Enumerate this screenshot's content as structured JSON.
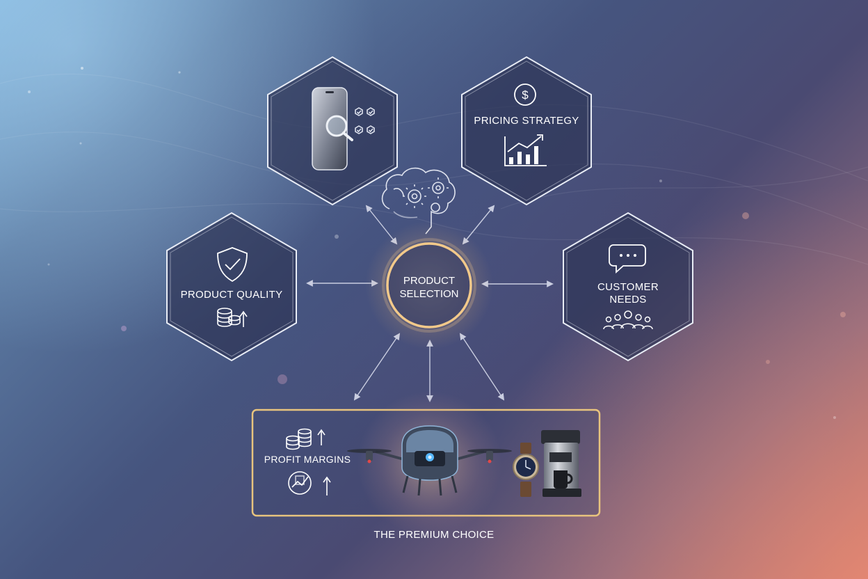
{
  "nodes": {
    "product_inspection": {
      "label": ""
    },
    "pricing_strategy": {
      "label": "PRICING STRATEGY"
    },
    "product_quality": {
      "label": "PRODUCT QUALITY"
    },
    "customer_needs": {
      "label_line1": "CUSTOMER",
      "label_line2": "NEEDS"
    },
    "center": {
      "label_line1": "PRODUCT",
      "label_line2": "SELECTION"
    }
  },
  "showcase": {
    "profit_label": "PROFIT MARGINS",
    "caption": "THE PREMIUM CHOICE"
  },
  "colors": {
    "hex_stroke": "#e8ecf5",
    "hex_fill": "#2f3658",
    "center_ring": "#f2c98a",
    "showcase_border": "#e8c47e",
    "arrow": "#c9cde0"
  },
  "icons": [
    "phone-search-icon",
    "checklist-icon",
    "dollar-icon",
    "growth-chart-icon",
    "brain-gears-icon",
    "shield-check-icon",
    "coin-stack-icon",
    "chat-bubble-icon",
    "people-group-icon",
    "drone-icon",
    "watch-icon",
    "coffee-machine-icon"
  ]
}
